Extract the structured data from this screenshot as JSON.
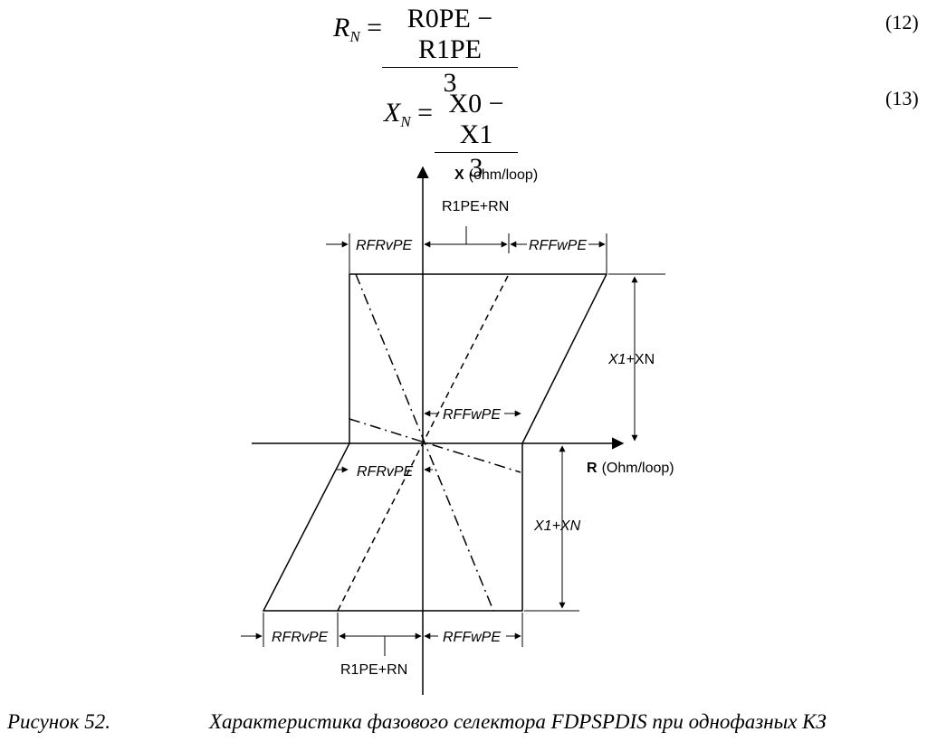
{
  "equations": [
    {
      "number": "(12)",
      "lhs_symbol": "R",
      "lhs_subscript": "N",
      "numerator": "R0PE − R1PE",
      "denominator": "3"
    },
    {
      "number": "(13)",
      "lhs_symbol": "X",
      "lhs_subscript": "N",
      "numerator": "X0 − X1",
      "denominator": "3"
    }
  ],
  "diagram": {
    "x_axis_symbol": "R",
    "x_axis_unit": "(Ohm/loop)",
    "y_axis_symbol": "X",
    "y_axis_unit": "(ohm/loop)",
    "labels": {
      "r1pe_rn_top": "R1PE+RN",
      "rfrvpe_top": "RFRvPE",
      "rffwpe_top": "RFFwPE",
      "x1_xn_upper_x1": "X1",
      "x1_xn_upper_rest": "+XN",
      "rffwpe_mid": "RFFwPE",
      "rfrvpe_mid": "RFRvPE",
      "x1_xn_lower": "X1+XN",
      "rfrvpe_bottom": "RFRvPE",
      "rffwpe_bottom": "RFFwPE",
      "r1pe_rn_bottom": "R1PE+RN"
    }
  },
  "caption": {
    "figure_label": "Рисунок 52.",
    "title": "Характеристика фазового селектора FDPSPDIS при однофазных КЗ"
  }
}
